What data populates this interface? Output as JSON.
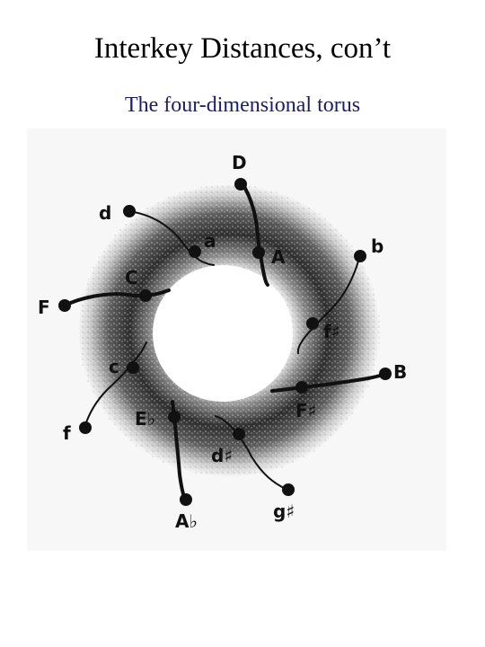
{
  "slide": {
    "title": "Interkey Distances, con’t",
    "subtitle": "The four-dimensional torus"
  },
  "diagram": {
    "keys": [
      {
        "id": "D",
        "label": "D"
      },
      {
        "id": "A",
        "label": "A"
      },
      {
        "id": "d",
        "label": "d"
      },
      {
        "id": "a",
        "label": "a"
      },
      {
        "id": "b",
        "label": "b"
      },
      {
        "id": "C",
        "label": "C"
      },
      {
        "id": "F",
        "label": "F"
      },
      {
        "id": "f-sharp",
        "label": "f♯"
      },
      {
        "id": "c",
        "label": "c"
      },
      {
        "id": "B",
        "label": "B"
      },
      {
        "id": "F-sharp",
        "label": "F♯"
      },
      {
        "id": "E-flat",
        "label": "E♭"
      },
      {
        "id": "f",
        "label": "f"
      },
      {
        "id": "d-sharp",
        "label": "d♯"
      },
      {
        "id": "A-flat",
        "label": "A♭"
      },
      {
        "id": "g-sharp",
        "label": "g♯"
      }
    ],
    "colors": {
      "torus": "#4a4a4a",
      "curve": "#111111",
      "dot": "#111111"
    }
  }
}
